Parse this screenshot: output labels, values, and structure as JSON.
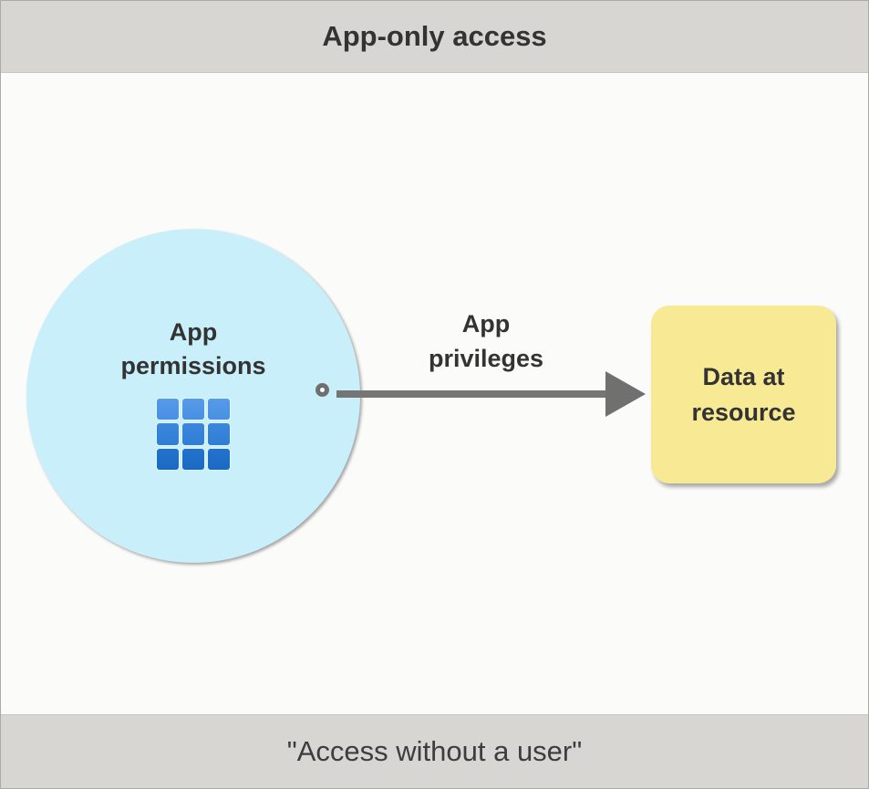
{
  "header": {
    "title": "App-only access"
  },
  "diagram": {
    "permissions_circle": {
      "label": "App\npermissions",
      "icon": "app-grid-icon",
      "fill": "#c9f0fa"
    },
    "arrow": {
      "label": "App\nprivileges",
      "color": "#757575"
    },
    "resource_box": {
      "label": "Data at\nresource",
      "fill": "#f8e994"
    }
  },
  "footer": {
    "caption": "\"Access without a user\""
  },
  "palette": {
    "header_bg": "#d7d6d3",
    "stage_bg": "#fbfbfa",
    "text": "#333333",
    "grid_icon_blue_top": "#579be9",
    "grid_icon_blue_bottom": "#1a6ac3",
    "arrow_gray": "#757575"
  }
}
